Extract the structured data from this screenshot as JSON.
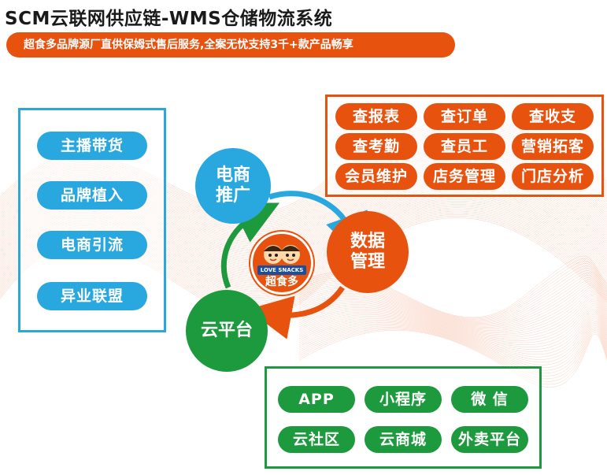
{
  "header": {
    "title": "SCM云联网供应链-WMS仓储物流系统",
    "subtitle": "超食多品牌源厂直供保姆式售后服务,全案无忧支持3千+款产品畅享"
  },
  "colors": {
    "blue": "#29a8e0",
    "orange": "#e8520f",
    "green": "#1e9a3e"
  },
  "left_panel": {
    "items": [
      {
        "label": "主播带货"
      },
      {
        "label": "品牌植入"
      },
      {
        "label": "电商引流"
      },
      {
        "label": "异业联盟"
      }
    ]
  },
  "right_panel": {
    "items": [
      {
        "label": "查报表"
      },
      {
        "label": "查订单"
      },
      {
        "label": "查收支"
      },
      {
        "label": "查考勤"
      },
      {
        "label": "查员工"
      },
      {
        "label": "营销拓客"
      },
      {
        "label": "会员维护"
      },
      {
        "label": "店务管理"
      },
      {
        "label": "门店分析"
      }
    ]
  },
  "bottom_panel": {
    "items": [
      {
        "label": "APP"
      },
      {
        "label": "小程序"
      },
      {
        "label": "微 信"
      },
      {
        "label": "云社区"
      },
      {
        "label": "云商城"
      },
      {
        "label": "外卖平台"
      }
    ]
  },
  "cycle": {
    "ecommerce": {
      "line1": "电商",
      "line2": "推广"
    },
    "data": {
      "line1": "数据",
      "line2": "管理"
    },
    "cloud": {
      "line1": "云平台"
    }
  },
  "logo": {
    "banner": "LOVE SNACKS",
    "name": "超食多"
  }
}
